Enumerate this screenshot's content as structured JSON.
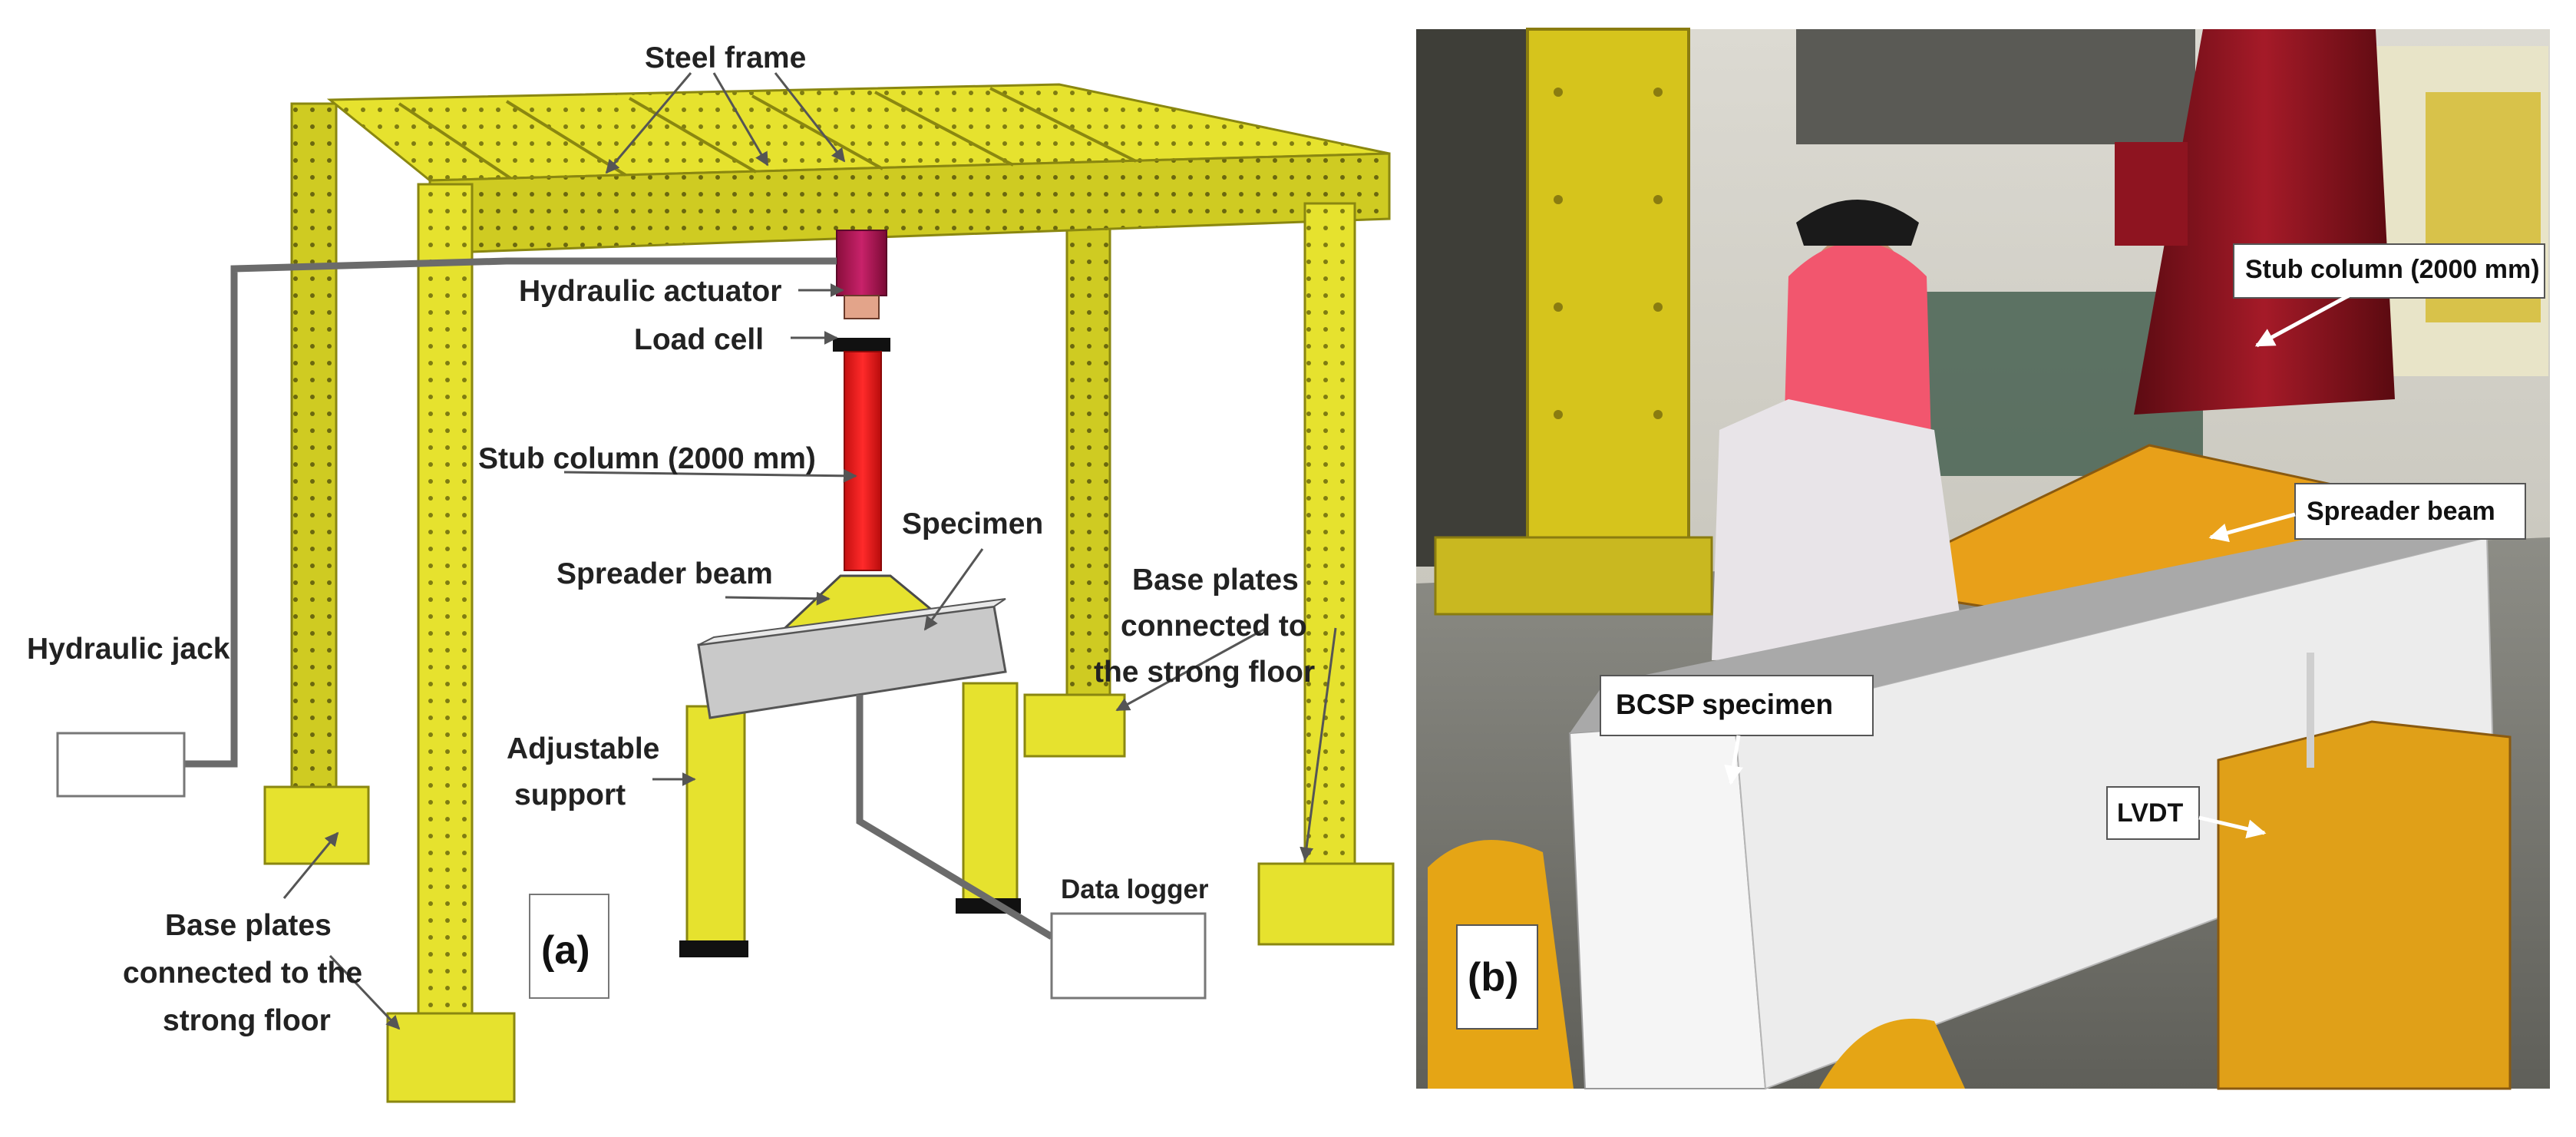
{
  "panel_a": {
    "tag": "(a)",
    "labels": {
      "steel_frame": "Steel frame",
      "hydraulic_actuator": "Hydraulic actuator",
      "load_cell": "Load cell",
      "stub_column": "Stub column (2000 mm)",
      "specimen": "Specimen",
      "spreader_beam": "Spreader beam",
      "hydraulic_jack": "Hydraulic jack",
      "base_plates_right_1": "Base plates",
      "base_plates_right_2": "connected to",
      "base_plates_right_3": "the strong floor",
      "adjustable_1": "Adjustable",
      "adjustable_2": "support",
      "base_plates_left_1": "Base plates",
      "base_plates_left_2": "connected to the",
      "base_plates_left_3": "strong floor",
      "data_logger": "Data logger"
    }
  },
  "panel_b": {
    "tag": "(b)",
    "labels": {
      "stub_column": "Stub column (2000 mm)",
      "spreader_beam": "Spreader beam",
      "bcsp_specimen": "BCSP specimen",
      "lvdt": "LVDT"
    }
  },
  "colors": {
    "frame_yellow": "#e6e22e",
    "frame_edge": "#9a9a10",
    "column_red": "#ee1c1c",
    "actuator_magenta": "#b3124f",
    "specimen_grey": "#c9c9c9",
    "photo_orange": "#e8a019",
    "photo_red": "#8e1420"
  }
}
